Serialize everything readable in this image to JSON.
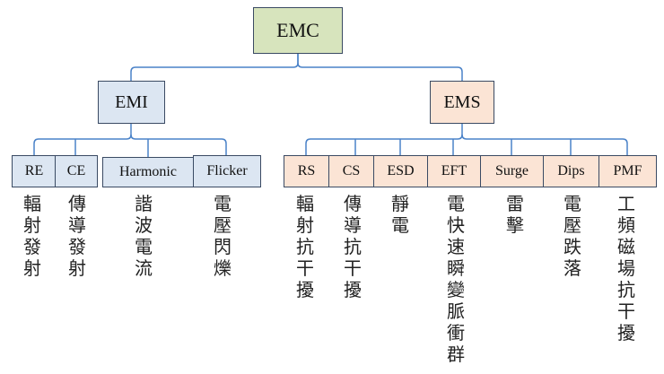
{
  "colors": {
    "root_fill": "#d7e4bd",
    "emi_fill": "#dce6f2",
    "ems_fill": "#fbe4d5",
    "connector": "#4a82c8",
    "border": "#3a4a63"
  },
  "root": {
    "label": "EMC"
  },
  "branches": [
    {
      "label": "EMI",
      "children": [
        {
          "label": "RE",
          "desc": "輻射發射"
        },
        {
          "label": "CE",
          "desc": "傳導發射"
        },
        {
          "label": "Harmonic",
          "desc": "諧波電流"
        },
        {
          "label": "Flicker",
          "desc": "電壓閃爍"
        }
      ]
    },
    {
      "label": "EMS",
      "children": [
        {
          "label": "RS",
          "desc": "輻射抗干擾"
        },
        {
          "label": "CS",
          "desc": "傳導抗干擾"
        },
        {
          "label": "ESD",
          "desc": "靜電"
        },
        {
          "label": "EFT",
          "desc": "電快速瞬變脈衝群"
        },
        {
          "label": "Surge",
          "desc": "雷擊"
        },
        {
          "label": "Dips",
          "desc": "電壓跌落"
        },
        {
          "label": "PMF",
          "desc": "工頻磁場抗干擾"
        }
      ]
    }
  ]
}
